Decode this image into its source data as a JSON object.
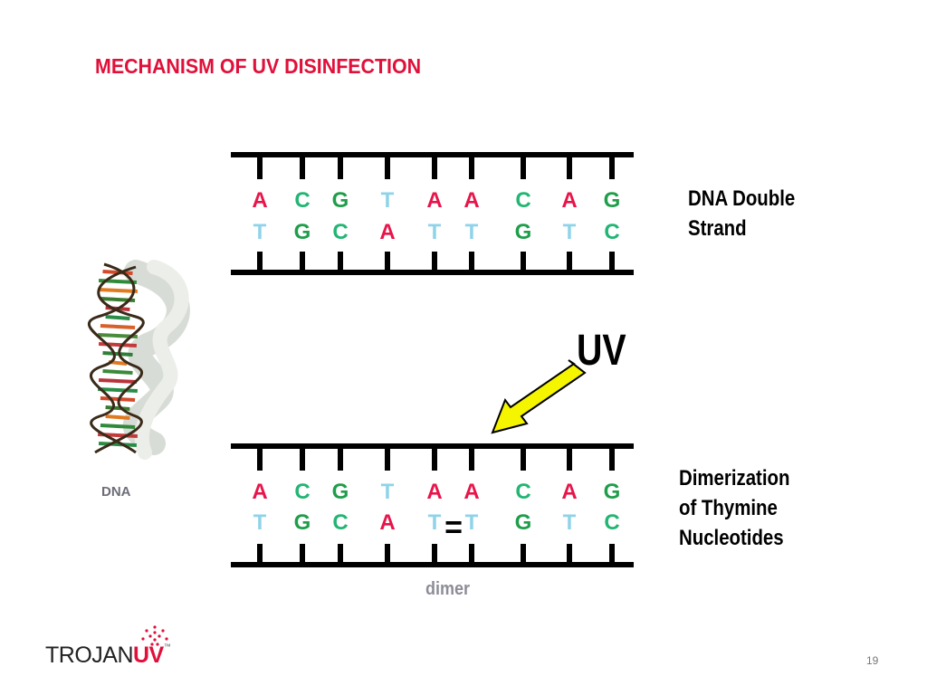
{
  "slide": {
    "title": "MECHANISM OF UV DISINFECTION",
    "page_number": "19"
  },
  "top_strand": {
    "upper_bases": [
      "A",
      "C",
      "G",
      "T",
      "A",
      "A",
      "C",
      "A",
      "G"
    ],
    "lower_bases": [
      "T",
      "G",
      "C",
      "A",
      "T",
      "T",
      "G",
      "T",
      "C"
    ],
    "label_line1": "DNA Double",
    "label_line2": "Strand"
  },
  "bottom_strand": {
    "upper_bases": [
      "A",
      "C",
      "G",
      "T",
      "A",
      "A",
      "C",
      "A",
      "G"
    ],
    "lower_bases": [
      "T",
      "G",
      "C",
      "A",
      "T",
      "T",
      "G",
      "T",
      "C"
    ],
    "bond_symbol": "=",
    "label_line1": "Dimerization",
    "label_line2": "of Thymine",
    "label_line3": "Nucleotides",
    "caption": "dimer"
  },
  "uv": {
    "label": "UV",
    "arrow_color": "#f5f500"
  },
  "helix": {
    "caption": "DNA"
  },
  "logo": {
    "brand_left": "TROJAN",
    "brand_right": "UV",
    "trademark": "™"
  },
  "colors": {
    "title": "#e0103a",
    "A": "#e8144a",
    "C": "#22b573",
    "G": "#1f9e4a",
    "T": "#8fd3ea"
  }
}
